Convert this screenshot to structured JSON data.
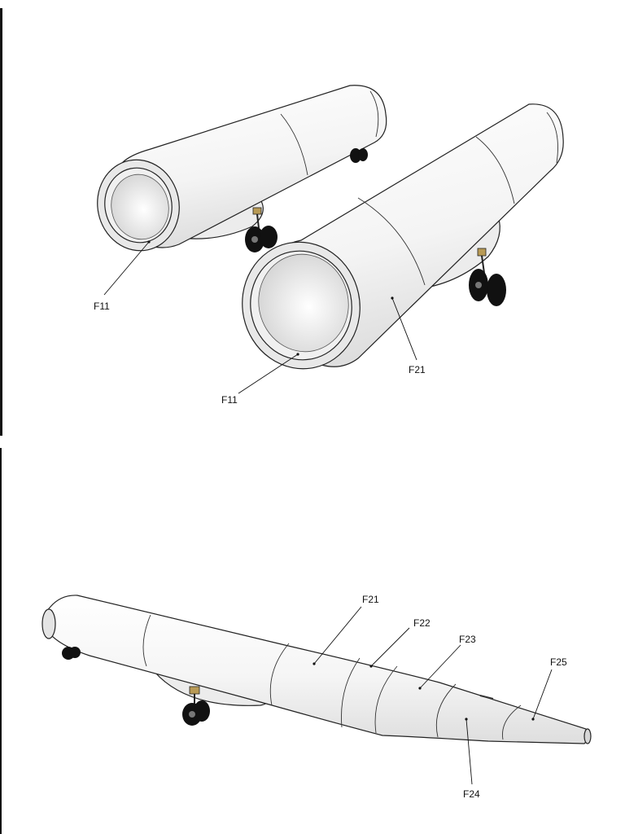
{
  "top_view": {
    "labels": {
      "left_rim": "F11",
      "right_rim": "F11",
      "right_body": "F21"
    }
  },
  "bottom_view": {
    "labels": {
      "f21": "F21",
      "f22": "F22",
      "f23": "F23",
      "f24": "F24",
      "f25": "F25"
    }
  },
  "colors": {
    "border": "#111111",
    "paper": "#ffffff",
    "tube": "#f6f6f6",
    "shade": "#e4e4e4",
    "wheel": "#111111"
  }
}
